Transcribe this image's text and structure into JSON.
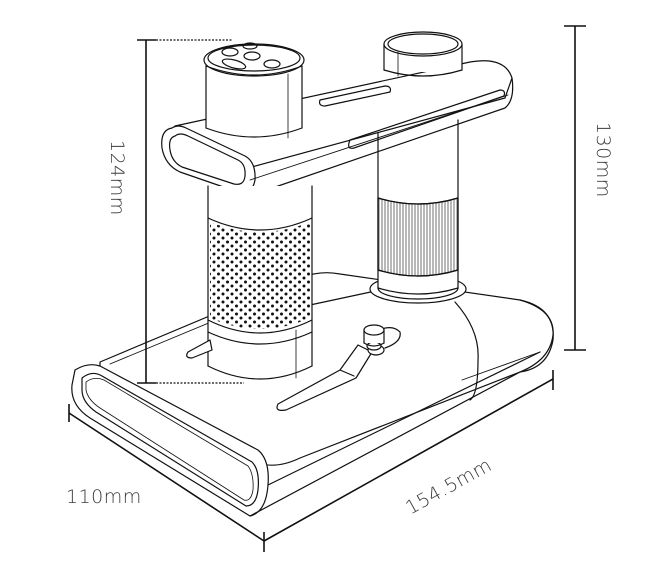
{
  "diagram": {
    "type": "product-dimension-drawing",
    "subject": "digital microscope with stand (line art)",
    "stroke_color": "#111111",
    "text_color": "#3a3a3a",
    "background": "#ffffff"
  },
  "dimensions": {
    "height_total": {
      "label": "130mm",
      "orientation": "vertical",
      "side": "right"
    },
    "height_microscope": {
      "label": "124mm",
      "orientation": "vertical",
      "side": "left"
    },
    "base_width": {
      "label": "110mm",
      "orientation": "horizontal",
      "side": "bottom-left"
    },
    "base_length": {
      "label": "154.5mm",
      "orientation": "diagonal",
      "side": "bottom-right"
    }
  },
  "parts": {
    "microscope_body": "cylinder-with-perforated-grille",
    "top_cap": "cap-with-buttons",
    "arm": "horizontal-support-arm",
    "column": "knurled-vertical-post",
    "base": "rounded-rectangular-base",
    "stage_clip": "specimen-clip-lever"
  }
}
